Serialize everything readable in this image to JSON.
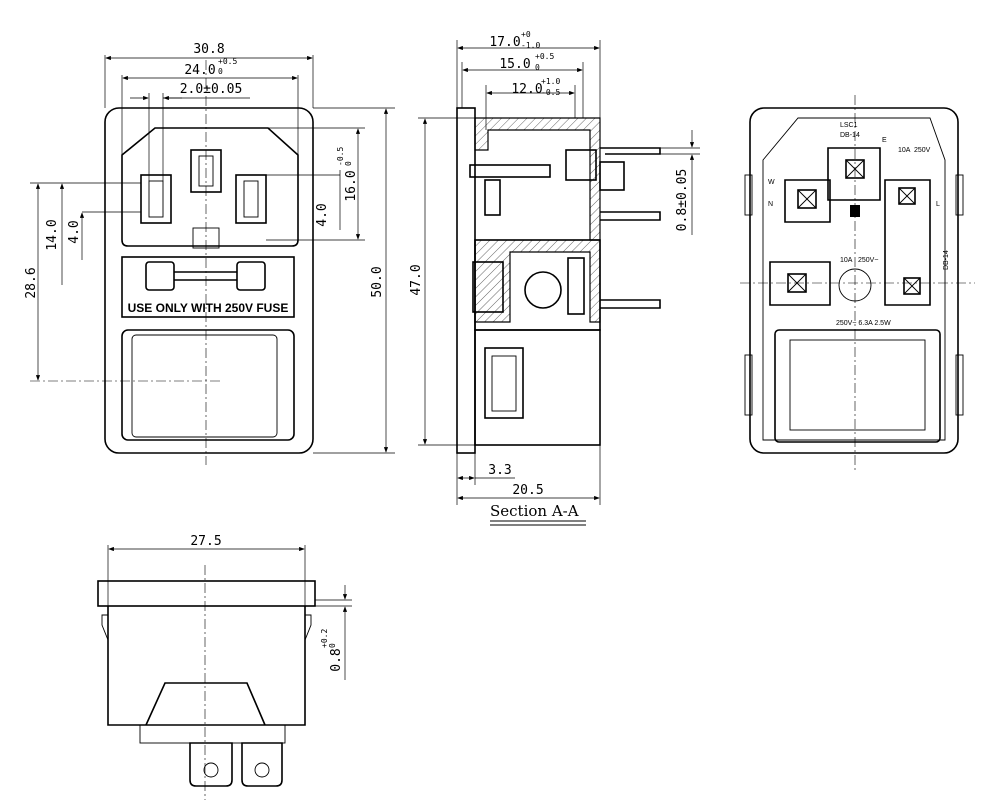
{
  "front_view": {
    "dim_overall_width": "30.8",
    "dim_inlet_width": "24.0",
    "dim_inlet_width_tol": "+0.5",
    "dim_inlet_width_tol_low": "0",
    "dim_pin_width": "2.0±0.05",
    "dim_pin_spacing_h": "16.0",
    "dim_pin_spacing_h_tol": "-0.5",
    "dim_pin_spacing_h_tol_low": "0",
    "dim_right_pin_offset": "4.0",
    "dim_left_height": "14.0",
    "dim_left_offset": "4.0",
    "dim_total_height_left": "28.6",
    "dim_overall_height": "50.0",
    "fuse_warning": "USE ONLY WITH 250V FUSE"
  },
  "section_view": {
    "dim_depth_17": "17.0",
    "dim_depth_17_tol_high": "+0",
    "dim_depth_17_tol_low": "-1.0",
    "dim_depth_15": "15.0",
    "dim_depth_15_tol_high": "+0.5",
    "dim_depth_15_tol_low": "0",
    "dim_depth_12": "12.0",
    "dim_depth_12_tol_high": "+1.0",
    "dim_depth_12_tol_low": "-0.5",
    "dim_terminal_thickness": "0.8±0.05",
    "dim_height": "47.0",
    "dim_flange": "3.3",
    "dim_total_depth": "20.5",
    "section_label": "Section A-A"
  },
  "rear_view": {
    "cert_code": "LSC1",
    "model_top": "DB-14",
    "model_side": "DB-14",
    "earth_label": "E",
    "rating_current": "10A",
    "rating_voltage": "250V",
    "label_w": "W",
    "label_n": "N",
    "label_l": "L",
    "ul_rating_current": "10A",
    "ul_rating_voltage": "250V~",
    "fuse_rating": "250V~ 6.3A 2.5W"
  },
  "bottom_view": {
    "dim_width": "27.5",
    "dim_thickness": "0.8",
    "dim_thickness_tol": "+0.2",
    "dim_thickness_tol_low": "0"
  }
}
